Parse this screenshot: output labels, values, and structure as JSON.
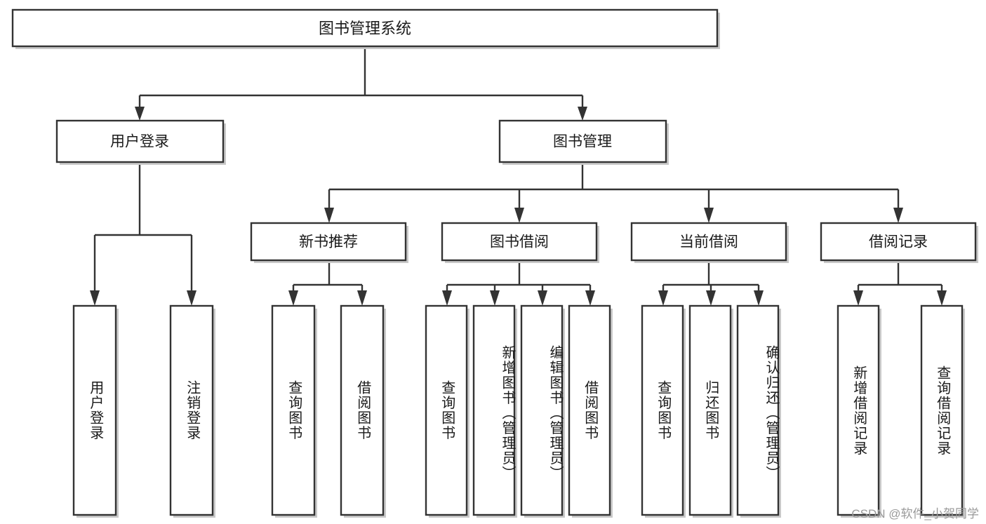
{
  "diagram": {
    "title": "图书管理系统",
    "type": "tree-hierarchy",
    "watermark": "CSDN @软件_小贺同学",
    "colors": {
      "stroke": "#333333",
      "box_fill": "#ffffff",
      "text": "#1a1a1a",
      "shadow": "#c9c9c9",
      "watermark": "#9a9a9a",
      "background": "#ffffff"
    },
    "nodes": {
      "root": {
        "label": "图书管理系统"
      },
      "level2": [
        {
          "label": "用户登录"
        },
        {
          "label": "图书管理"
        }
      ],
      "level3": [
        {
          "label": "新书推荐"
        },
        {
          "label": "图书借阅"
        },
        {
          "label": "当前借阅"
        },
        {
          "label": "借阅记录"
        }
      ],
      "leaves_user_login": [
        {
          "label": "用户登录"
        },
        {
          "label": "注销登录"
        }
      ],
      "leaves_new_books": [
        {
          "label": "查询图书"
        },
        {
          "label": "借阅图书"
        }
      ],
      "leaves_borrow": [
        {
          "label": "查询图书"
        },
        {
          "label": "新增图书（管理员）"
        },
        {
          "label": "编辑图书（管理员）"
        },
        {
          "label": "借阅图书"
        }
      ],
      "leaves_current": [
        {
          "label": "查询图书"
        },
        {
          "label": "归还图书"
        },
        {
          "label": "确认归还（管理员）"
        }
      ],
      "leaves_records": [
        {
          "label": "新增借阅记录"
        },
        {
          "label": "查询借阅记录"
        }
      ]
    }
  }
}
